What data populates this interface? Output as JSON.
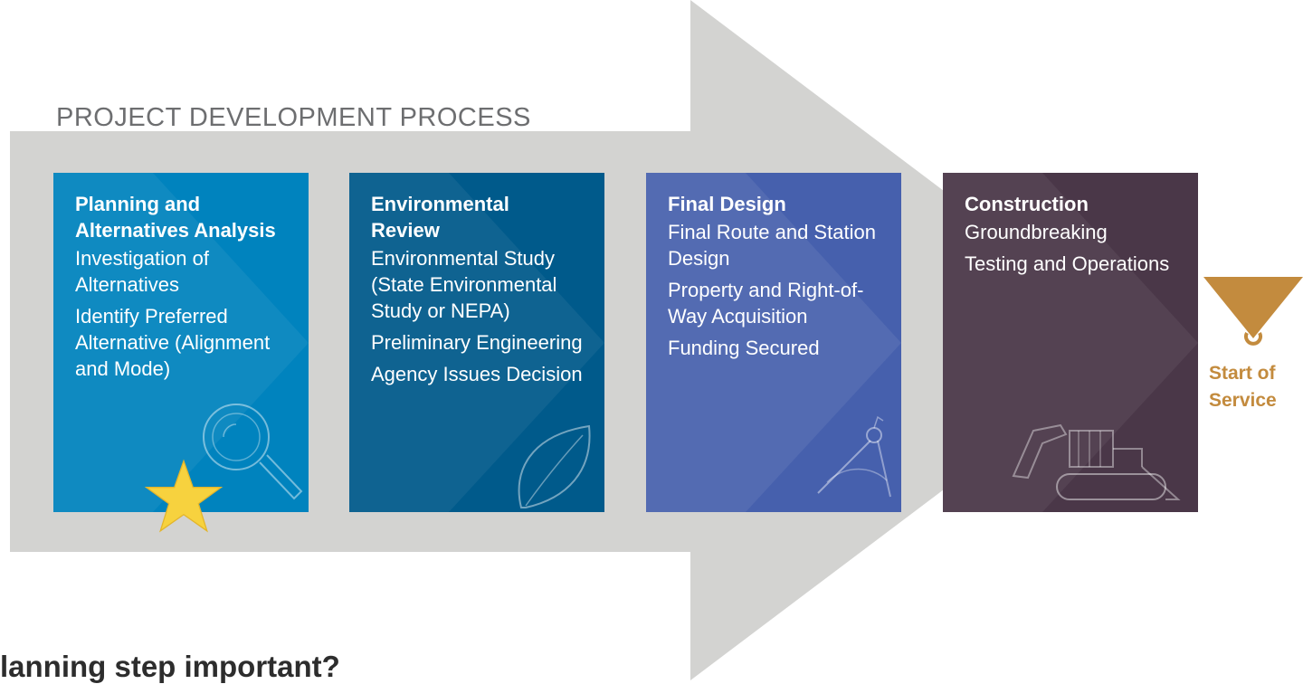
{
  "title": "PROJECT DEVELOPMENT PROCESS",
  "stages": [
    {
      "heading": "Planning and Alternatives Analysis",
      "items": [
        "Investigation of Alternatives",
        "Identify Preferred Alternative (Alignment and Mode)"
      ],
      "icon": "magnifier-icon",
      "color": "#0083be"
    },
    {
      "heading": "Environmental Review",
      "items": [
        "Environmental Study (State Environmental Study or NEPA)",
        "Preliminary Engineering",
        "Agency Issues Decision"
      ],
      "icon": "leaf-icon",
      "color": "#005a8b"
    },
    {
      "heading": "Final Design",
      "items": [
        "Final Route and Station Design",
        "Property and Right-of-Way Acquisition",
        "Funding Secured"
      ],
      "icon": "compass-icon",
      "color": "#4660ad"
    },
    {
      "heading": "Construction",
      "items": [
        "Groundbreaking",
        "Testing and Operations"
      ],
      "icon": "excavator-icon",
      "color": "#4a3748"
    }
  ],
  "start_of_service": {
    "line1": "Start of",
    "line2": "Service",
    "color": "#c38b3e"
  },
  "current_stage_marker": {
    "icon": "star-icon",
    "color": "#f7d23e"
  },
  "question": "lanning step important?",
  "arrow_color": "#d3d3d1"
}
